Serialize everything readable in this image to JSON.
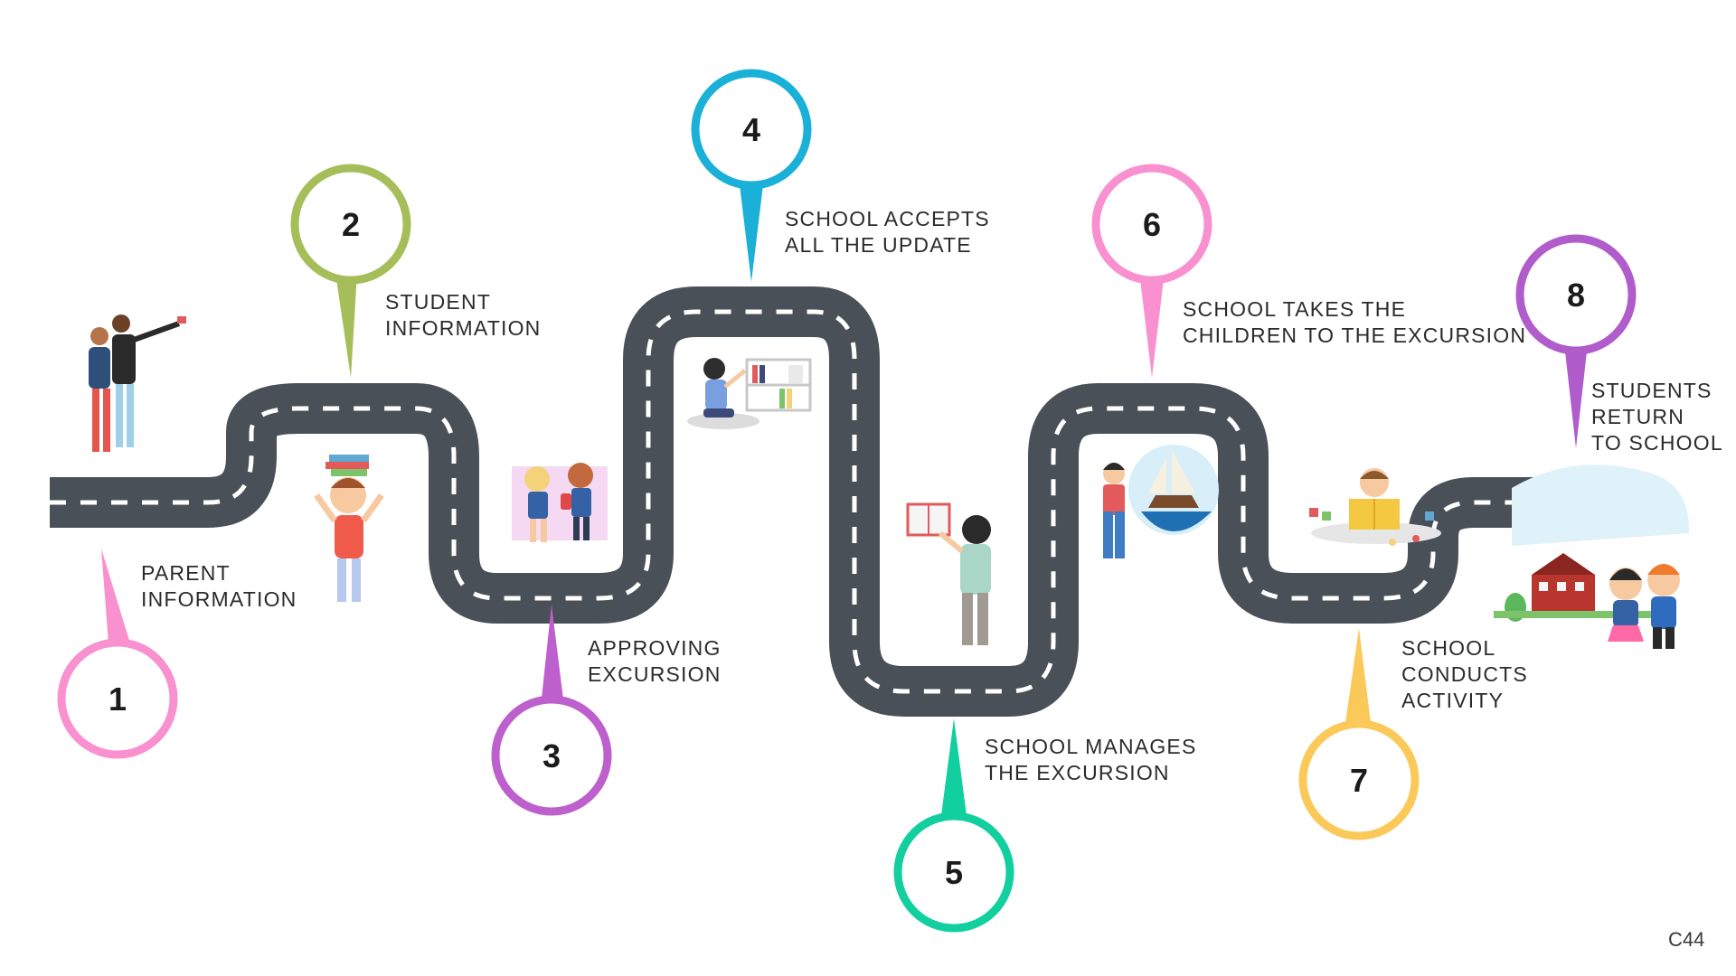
{
  "milestones": [
    {
      "number": "1",
      "label": [
        "PARENT",
        "INFORMATION"
      ],
      "color": "#f990cf"
    },
    {
      "number": "2",
      "label": [
        "STUDENT",
        "INFORMATION"
      ],
      "color": "#a6be5a"
    },
    {
      "number": "3",
      "label": [
        "APPROVING",
        "EXCURSION"
      ],
      "color": "#bd5fcc"
    },
    {
      "number": "4",
      "label": [
        "SCHOOL ACCEPTS",
        "ALL THE UPDATE"
      ],
      "color": "#1ab0d8"
    },
    {
      "number": "5",
      "label": [
        "SCHOOL MANAGES",
        "THE EXCURSION"
      ],
      "color": "#12cfa0"
    },
    {
      "number": "6",
      "label": [
        "SCHOOL TAKES THE",
        "CHILDREN TO THE EXCURSION"
      ],
      "color": "#f990cf"
    },
    {
      "number": "7",
      "label": [
        "SCHOOL",
        "CONDUCTS",
        "ACTIVITY"
      ],
      "color": "#fac95a"
    },
    {
      "number": "8",
      "label": [
        "STUDENTS",
        "RETURN",
        "TO SCHOOL"
      ],
      "color": "#b05ccb"
    }
  ],
  "road_color": "#4a5058",
  "page_code": "C44",
  "illustrations": [
    "parents-selfie",
    "kid-balancing-books",
    "students-walking-to-school",
    "girl-at-bookshelf",
    "girl-reading-book",
    "girl-dreaming-of-ship",
    "boy-reading-toys",
    "school-building-kids"
  ]
}
